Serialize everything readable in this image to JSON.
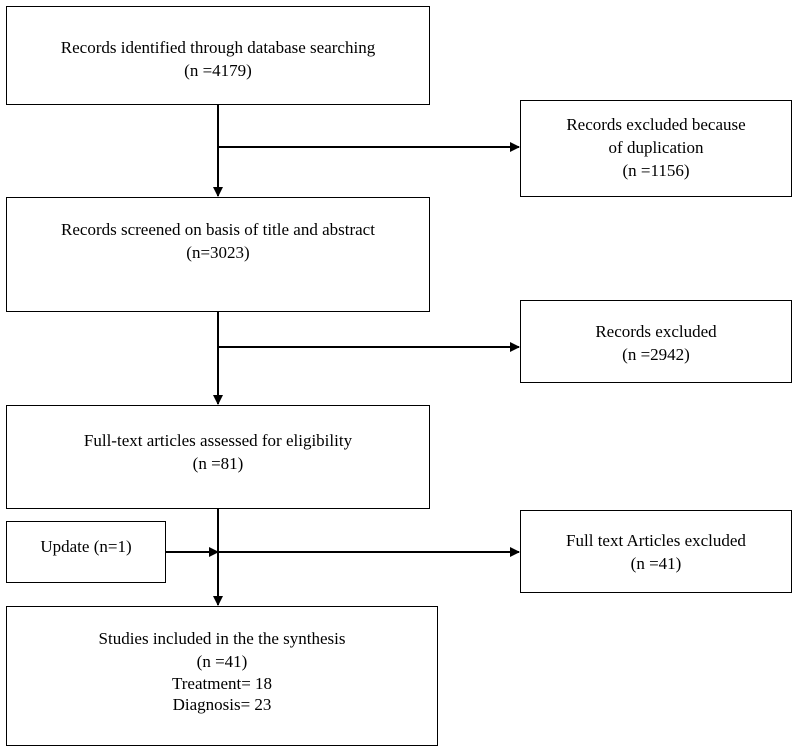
{
  "boxes": {
    "identified": {
      "line1": "Records identified through database searching",
      "line2": "(n =4179)"
    },
    "duplicates_excluded": {
      "line1": "Records excluded because",
      "line2": "of duplication",
      "line3": "(n =1156)"
    },
    "screened": {
      "line1": "Records screened on basis of title and abstract",
      "line2": "(n=3023)"
    },
    "screen_excluded": {
      "line1": "Records excluded",
      "line2": "(n =2942)"
    },
    "fulltext": {
      "line1": "Full-text articles assessed for eligibility",
      "line2": "(n =81)"
    },
    "update": {
      "line1": "Update (n=1)"
    },
    "fulltext_excluded": {
      "line1": "Full text Articles excluded",
      "line2": "(n =41)"
    },
    "included": {
      "line1": "Studies included in the the synthesis",
      "line2": "(n =41)",
      "line3": "Treatment= 18",
      "line4": "Diagnosis= 23"
    }
  }
}
